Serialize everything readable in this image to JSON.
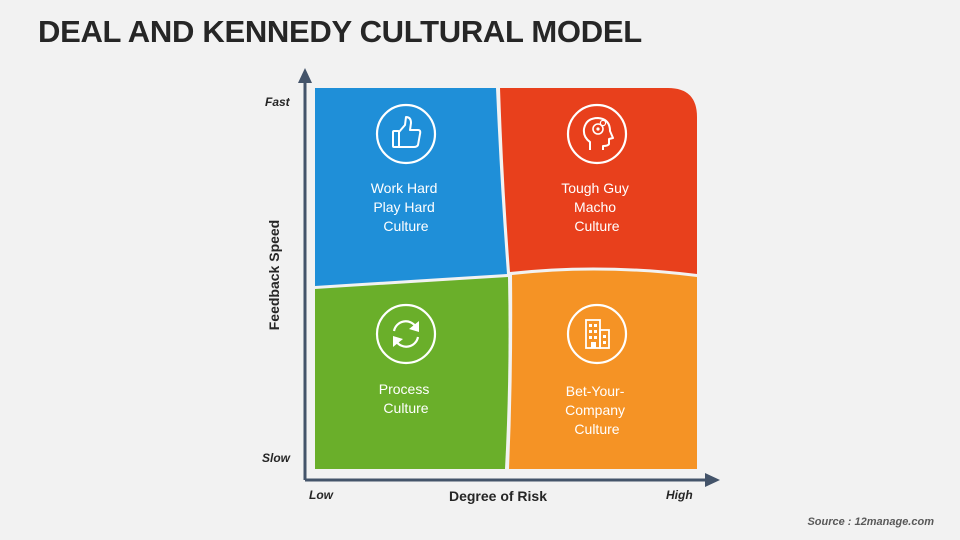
{
  "title": "DEAL AND KENNEDY CULTURAL MODEL",
  "source": "Source : 12manage.com",
  "axes": {
    "y_title": "Feedback Speed",
    "y_high": "Fast",
    "y_low": "Slow",
    "x_title": "Degree of Risk",
    "x_low": "Low",
    "x_high": "High"
  },
  "quadrants": [
    {
      "id": "work-hard-play-hard",
      "lines": [
        "Work Hard",
        "Play Hard",
        "Culture"
      ],
      "icon": "thumbs-up-icon",
      "color": "#1f8fd8"
    },
    {
      "id": "tough-guy-macho",
      "lines": [
        "Tough Guy",
        "Macho",
        "Culture"
      ],
      "icon": "head-gears-icon",
      "color": "#e8401c"
    },
    {
      "id": "process",
      "lines": [
        "Process",
        "Culture"
      ],
      "icon": "refresh-cycle-icon",
      "color": "#6aaf2a"
    },
    {
      "id": "bet-your-company",
      "lines": [
        "Bet-Your-",
        "Company",
        "Culture"
      ],
      "icon": "office-building-icon",
      "color": "#f59325"
    }
  ]
}
